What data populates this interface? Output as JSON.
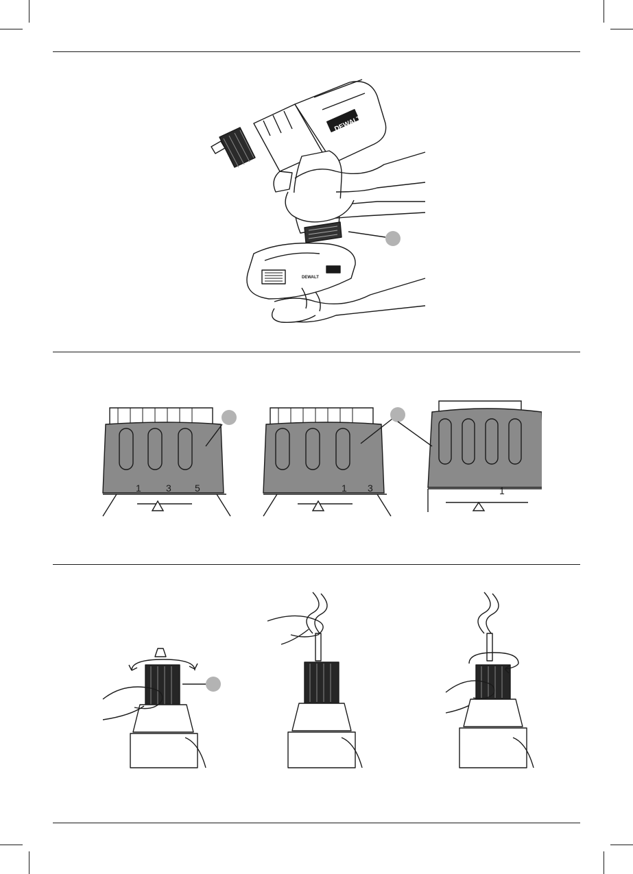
{
  "brand": {
    "tool_logo": "DEWALT",
    "battery_logo": "DEWALT"
  },
  "figures": {
    "drill_with_battery": {
      "callout_style": "grey-circle"
    },
    "torque_collar": {
      "panel_1_scale": [
        "1",
        "3",
        "5"
      ],
      "panel_2_scale": [
        "1",
        "3"
      ],
      "panel_3_scale": [
        "1"
      ]
    },
    "chuck_steps": {
      "rotation_arrows": true
    }
  },
  "colors": {
    "ink": "#1a1a1a",
    "collar_grey": "#8a8a8a",
    "callout_grey": "#b3b3b3",
    "chuck_black": "#262626"
  },
  "icons": {
    "rotate_both": "double-arrow-rotation-icon",
    "rotate_tighten": "clockwise-arrow-icon"
  }
}
